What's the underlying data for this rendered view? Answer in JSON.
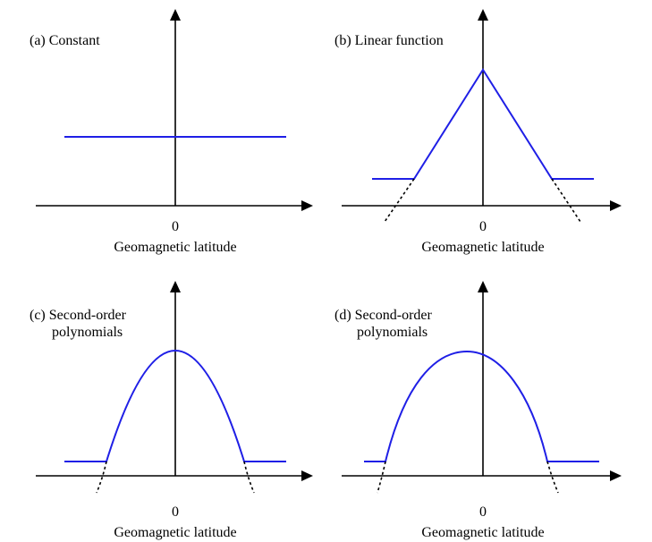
{
  "colors": {
    "curve": "#1f1fe6",
    "axis": "#000000"
  },
  "panels": [
    {
      "title": "(a) Constant",
      "zero": "0",
      "xlabel": "Geomagnetic latitude"
    },
    {
      "title": "(b) Linear function",
      "zero": "0",
      "xlabel": "Geomagnetic latitude"
    },
    {
      "title_line1": "(c) Second-order",
      "title_line2": "polynomials",
      "zero": "0",
      "xlabel": "Geomagnetic latitude"
    },
    {
      "title_line1": "(d) Second-order",
      "title_line2": "polynomials",
      "zero": "0",
      "xlabel": "Geomagnetic latitude"
    }
  ]
}
